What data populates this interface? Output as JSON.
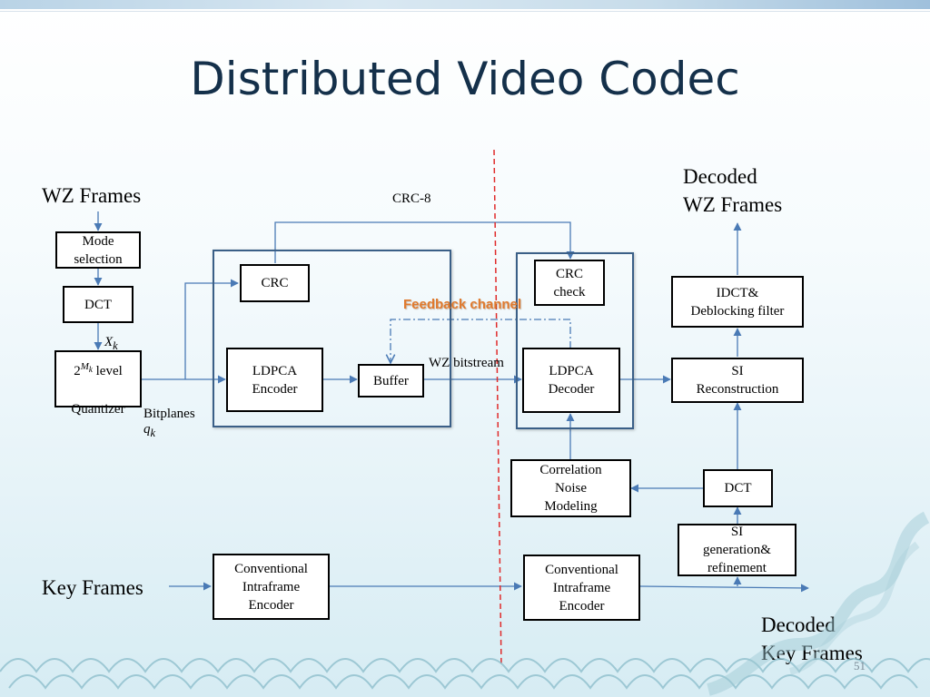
{
  "title": "Distributed Video Codec",
  "labels": {
    "wz_frames": "WZ Frames",
    "key_frames": "Key Frames",
    "decoded_wz": "Decoded\nWZ Frames",
    "decoded_key": "Decoded\nKey Frames",
    "crc8": "CRC-8",
    "feedback": "Feedback channel",
    "wz_bitstream": "WZ bitstream",
    "bitplanes": "Bitplanes",
    "bitplanes_sym": "q",
    "bitplanes_sub": "k",
    "xk_sym": "X",
    "xk_sub": "k",
    "quant_prefix": "2",
    "quant_sup_sym": "M",
    "quant_sup_sub": "k",
    "quant_suffix": " level",
    "quant_line2": "Quantizer",
    "page_number": "51"
  },
  "boxes": {
    "mode_selection": "Mode\nselection",
    "dct_enc": "DCT",
    "crc": "CRC",
    "ldpca_enc": "LDPCA\nEncoder",
    "buffer": "Buffer",
    "crc_check": "CRC\ncheck",
    "ldpca_dec": "LDPCA\nDecoder",
    "idct": "IDCT&\nDeblocking filter",
    "si_recon": "SI\nReconstruction",
    "corr_noise": "Correlation\nNoise\nModeling",
    "dct_dec": "DCT",
    "si_gen": "SI\ngeneration&\nrefinement",
    "intra_enc": "Conventional\nIntraframe\nEncoder",
    "intra_dec": "Conventional\nIntraframe\nEncoder"
  },
  "colors": {
    "arrow": "#4a7ab5",
    "divider": "#e02a2a",
    "group_border": "#3a5f87",
    "feedback_text": "#e07a2e"
  }
}
